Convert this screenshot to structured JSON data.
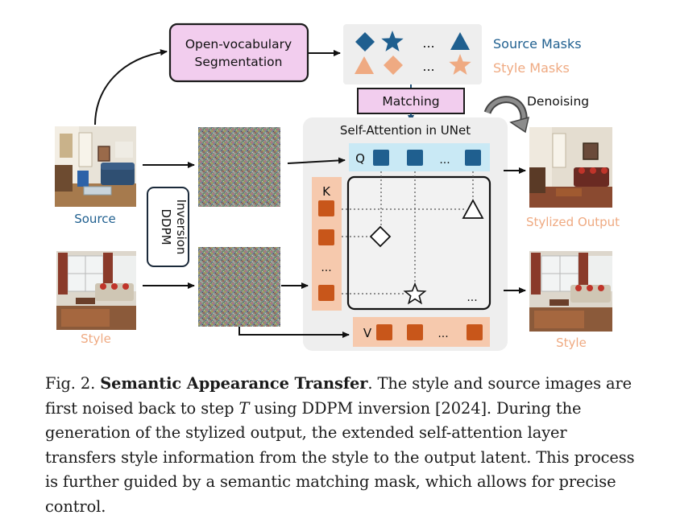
{
  "figure": {
    "segmentation_label_1": "Open-vocabulary",
    "segmentation_label_2": "Segmentation",
    "source_masks_label": "Source Masks",
    "style_masks_label": "Style Masks",
    "ellipsis": "...",
    "matching_label": "Matching",
    "denoising_label": "Denoising",
    "unet_title": "Self-Attention in UNet",
    "q_label": "Q",
    "k_label": "K",
    "v_label": "V",
    "ddpm_label_1": "DDPM",
    "ddpm_label_2": "Inversion",
    "source_label": "Source",
    "style_label_left": "Style",
    "stylized_output_label": "Stylized Output",
    "style_label_right": "Style",
    "colors": {
      "source_blue": "#1f5f8f",
      "style_orange": "#efaa82",
      "token_orange": "#c8561a",
      "pink_box": "#f2cdee",
      "q_band": "#c9e9f5",
      "kv_band": "#f6c9ad",
      "panel_gray": "#eeeeee"
    }
  },
  "caption": {
    "prefix": "Fig. 2. ",
    "title": "Semantic Appearance Transfer",
    "part1": ". The style and source images are first noised back to step ",
    "step_symbol": "T",
    "part2": " using DDPM inversion [2024]. During the generation of the stylized output, the extended self-attention layer transfers style information from the style to the output latent. This process is further guided by a semantic matching mask, which allows for precise control."
  }
}
